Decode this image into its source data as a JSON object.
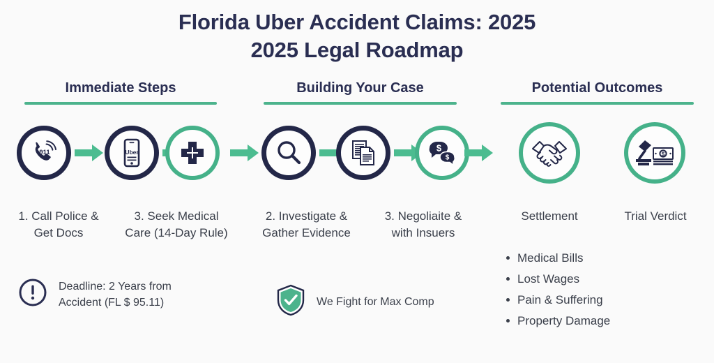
{
  "title": {
    "line1": "Florida Uber Accident Claims: 2025",
    "line2": "2025 Legal Roadmap"
  },
  "colors": {
    "navy": "#232748",
    "title_navy": "#2a2e52",
    "green": "#45b189",
    "arrow_green": "#4cbc90",
    "rule_green": "#4cb38c",
    "body_text": "#3a3f4a",
    "background": "#fafafa"
  },
  "sections": [
    {
      "label": "Immediate Steps"
    },
    {
      "label": "Building Your Case"
    },
    {
      "label": "Potential Outcomes"
    }
  ],
  "flow": {
    "nodes": [
      {
        "icon": "phone-911-icon",
        "ring": "navy"
      },
      {
        "icon": "uber-phone-icon",
        "ring": "navy"
      },
      {
        "icon": "medical-cross-icon",
        "ring": "green"
      },
      {
        "icon": "magnifier-icon",
        "ring": "navy"
      },
      {
        "icon": "documents-icon",
        "ring": "navy"
      },
      {
        "icon": "money-chat-icon",
        "ring": "green"
      },
      {
        "icon": "handshake-icon",
        "ring": "green"
      },
      {
        "icon": "gavel-money-icon",
        "ring": "green"
      }
    ],
    "arrows": [
      {
        "name": "arrow-right-icon"
      },
      {
        "name": "arrow-right-icon"
      },
      {
        "name": "arrow-right-icon"
      },
      {
        "name": "arrow-right-icon"
      },
      {
        "name": "arrow-right-icon"
      },
      {
        "name": "arrow-right-icon"
      }
    ]
  },
  "step_captions": [
    {
      "line1": "1. Call Police &",
      "line2": "Get Docs"
    },
    {
      "line1": "3. Seek Medical",
      "line2": "Care (14-Day Rule)"
    },
    {
      "line1": "2. Investigate &",
      "line2": "Gather Evidence"
    },
    {
      "line1": "3. Negoliaite &",
      "line2": "with Insuers"
    }
  ],
  "outcomes": [
    {
      "label": "Settlement"
    },
    {
      "label": "Trial Verdict"
    }
  ],
  "notes": {
    "deadline": {
      "icon": "exclamation-circle-icon",
      "line1": "Deadline: 2 Years from",
      "line2": "Accident (FL $ 95.11)"
    },
    "promise": {
      "icon": "shield-check-icon",
      "text": "We Fight for Max Comp"
    }
  },
  "damages_bullets": [
    {
      "label": "Medical Bills"
    },
    {
      "label": "Lost Wages"
    },
    {
      "label": "Pain & Suffering"
    },
    {
      "label": "Property Damage"
    }
  ]
}
